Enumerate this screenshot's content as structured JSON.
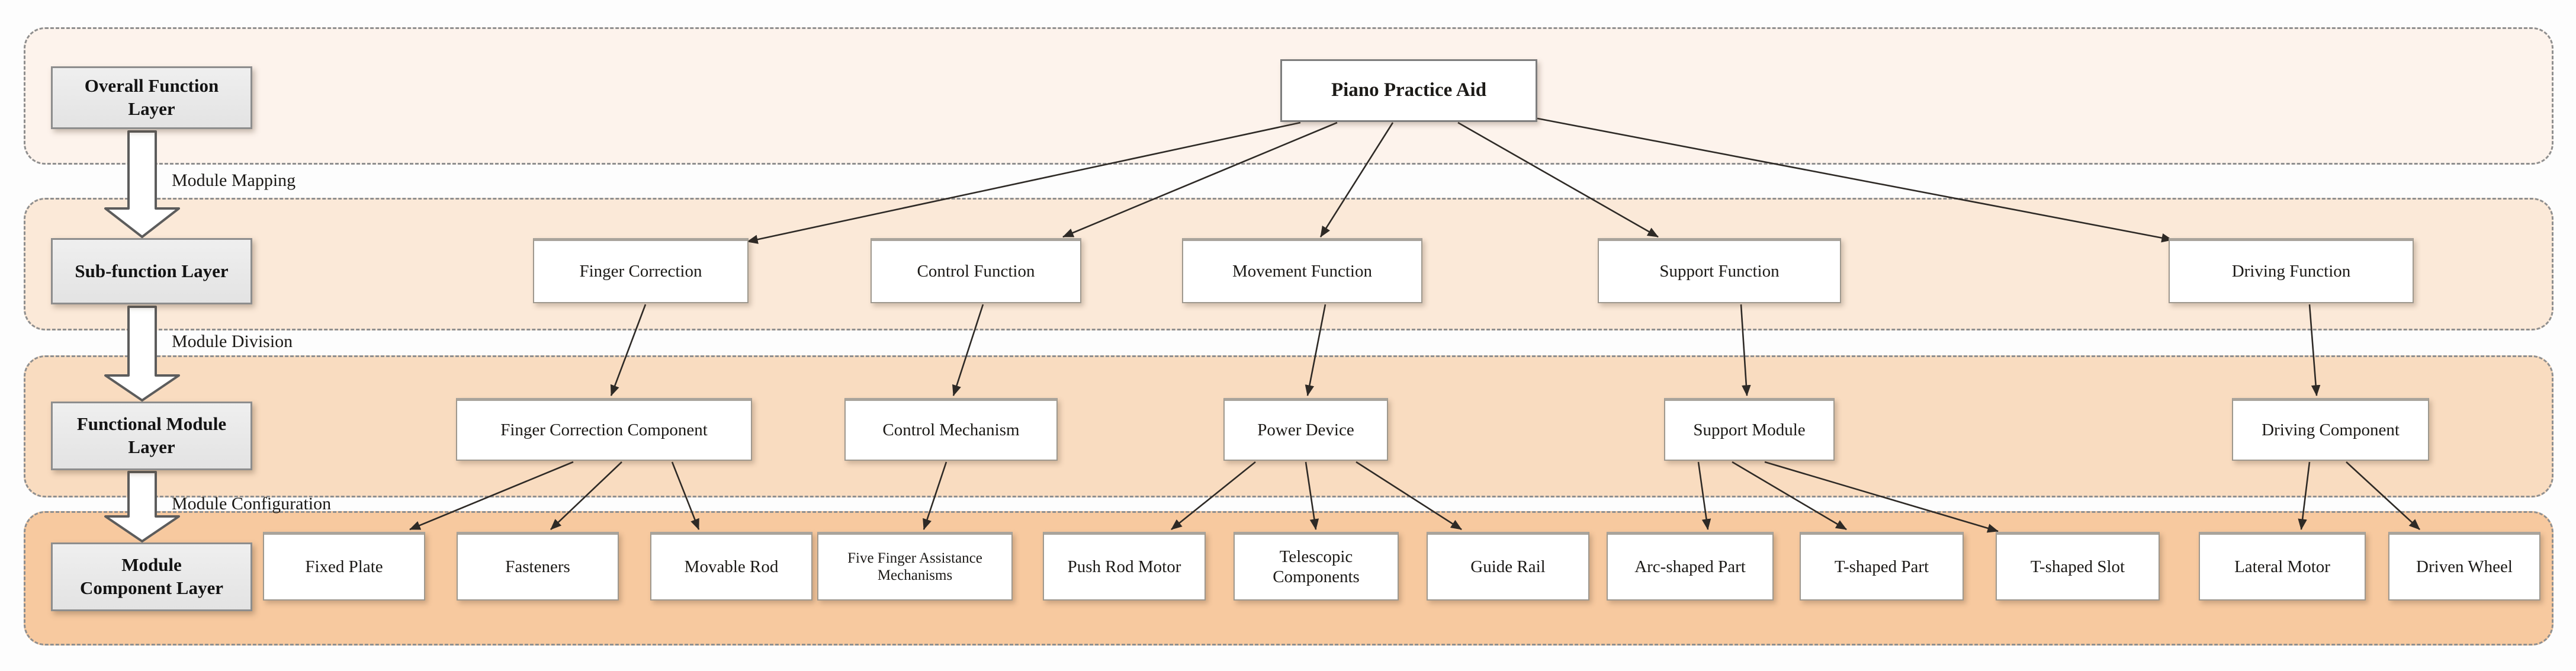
{
  "root": {
    "label": "Piano Practice Aid"
  },
  "layers": [
    {
      "label": "Overall Function Layer"
    },
    {
      "label": "Sub-function Layer"
    },
    {
      "label": "Functional Module Layer"
    },
    {
      "label": "Module Component Layer"
    }
  ],
  "transitions": [
    {
      "label": "Module Mapping"
    },
    {
      "label": "Module Division"
    },
    {
      "label": "Module Configuration"
    }
  ],
  "subfunctions": [
    {
      "label": "Finger Correction"
    },
    {
      "label": "Control Function"
    },
    {
      "label": "Movement Function"
    },
    {
      "label": "Support Function"
    },
    {
      "label": "Driving Function"
    }
  ],
  "modules": [
    {
      "label": "Finger Correction Component"
    },
    {
      "label": "Control Mechanism"
    },
    {
      "label": "Power Device"
    },
    {
      "label": "Support Module"
    },
    {
      "label": "Driving Component"
    }
  ],
  "components": [
    {
      "label": "Fixed Plate"
    },
    {
      "label": "Fasteners"
    },
    {
      "label": "Movable Rod"
    },
    {
      "label": "Five Finger Assistance Mechanisms"
    },
    {
      "label": "Push Rod Motor"
    },
    {
      "label": "Telescopic Components"
    },
    {
      "label": "Guide Rail"
    },
    {
      "label": "Arc-shaped Part"
    },
    {
      "label": "T-shaped Part"
    },
    {
      "label": "T-shaped Slot"
    },
    {
      "label": "Lateral Motor"
    },
    {
      "label": "Driven Wheel"
    }
  ],
  "hierarchy": [
    {
      "subfunction": "Finger Correction",
      "module": "Finger Correction Component",
      "components": [
        "Fixed Plate",
        "Fasteners",
        "Movable Rod"
      ]
    },
    {
      "subfunction": "Control Function",
      "module": "Control Mechanism",
      "components": [
        "Five Finger Assistance Mechanisms"
      ]
    },
    {
      "subfunction": "Movement Function",
      "module": "Power Device",
      "components": [
        "Push Rod Motor",
        "Telescopic Components",
        "Guide Rail"
      ]
    },
    {
      "subfunction": "Support Function",
      "module": "Support Module",
      "components": [
        "Arc-shaped Part",
        "T-shaped Part",
        "T-shaped Slot"
      ]
    },
    {
      "subfunction": "Driving Function",
      "module": "Driving Component",
      "components": [
        "Lateral Motor",
        "Driven Wheel"
      ]
    }
  ],
  "colors": {
    "band_overall_function": "#fdf3ec",
    "band_sub_function": "#fbe9d8",
    "band_functional_module": "#f9dcc0",
    "band_module_component": "#f7c99f",
    "node_fill": "#ffffff",
    "layer_label_fill": "#e9e9e9",
    "dashed_border": "#8f8f8f",
    "connector_line": "#2e2a26"
  }
}
